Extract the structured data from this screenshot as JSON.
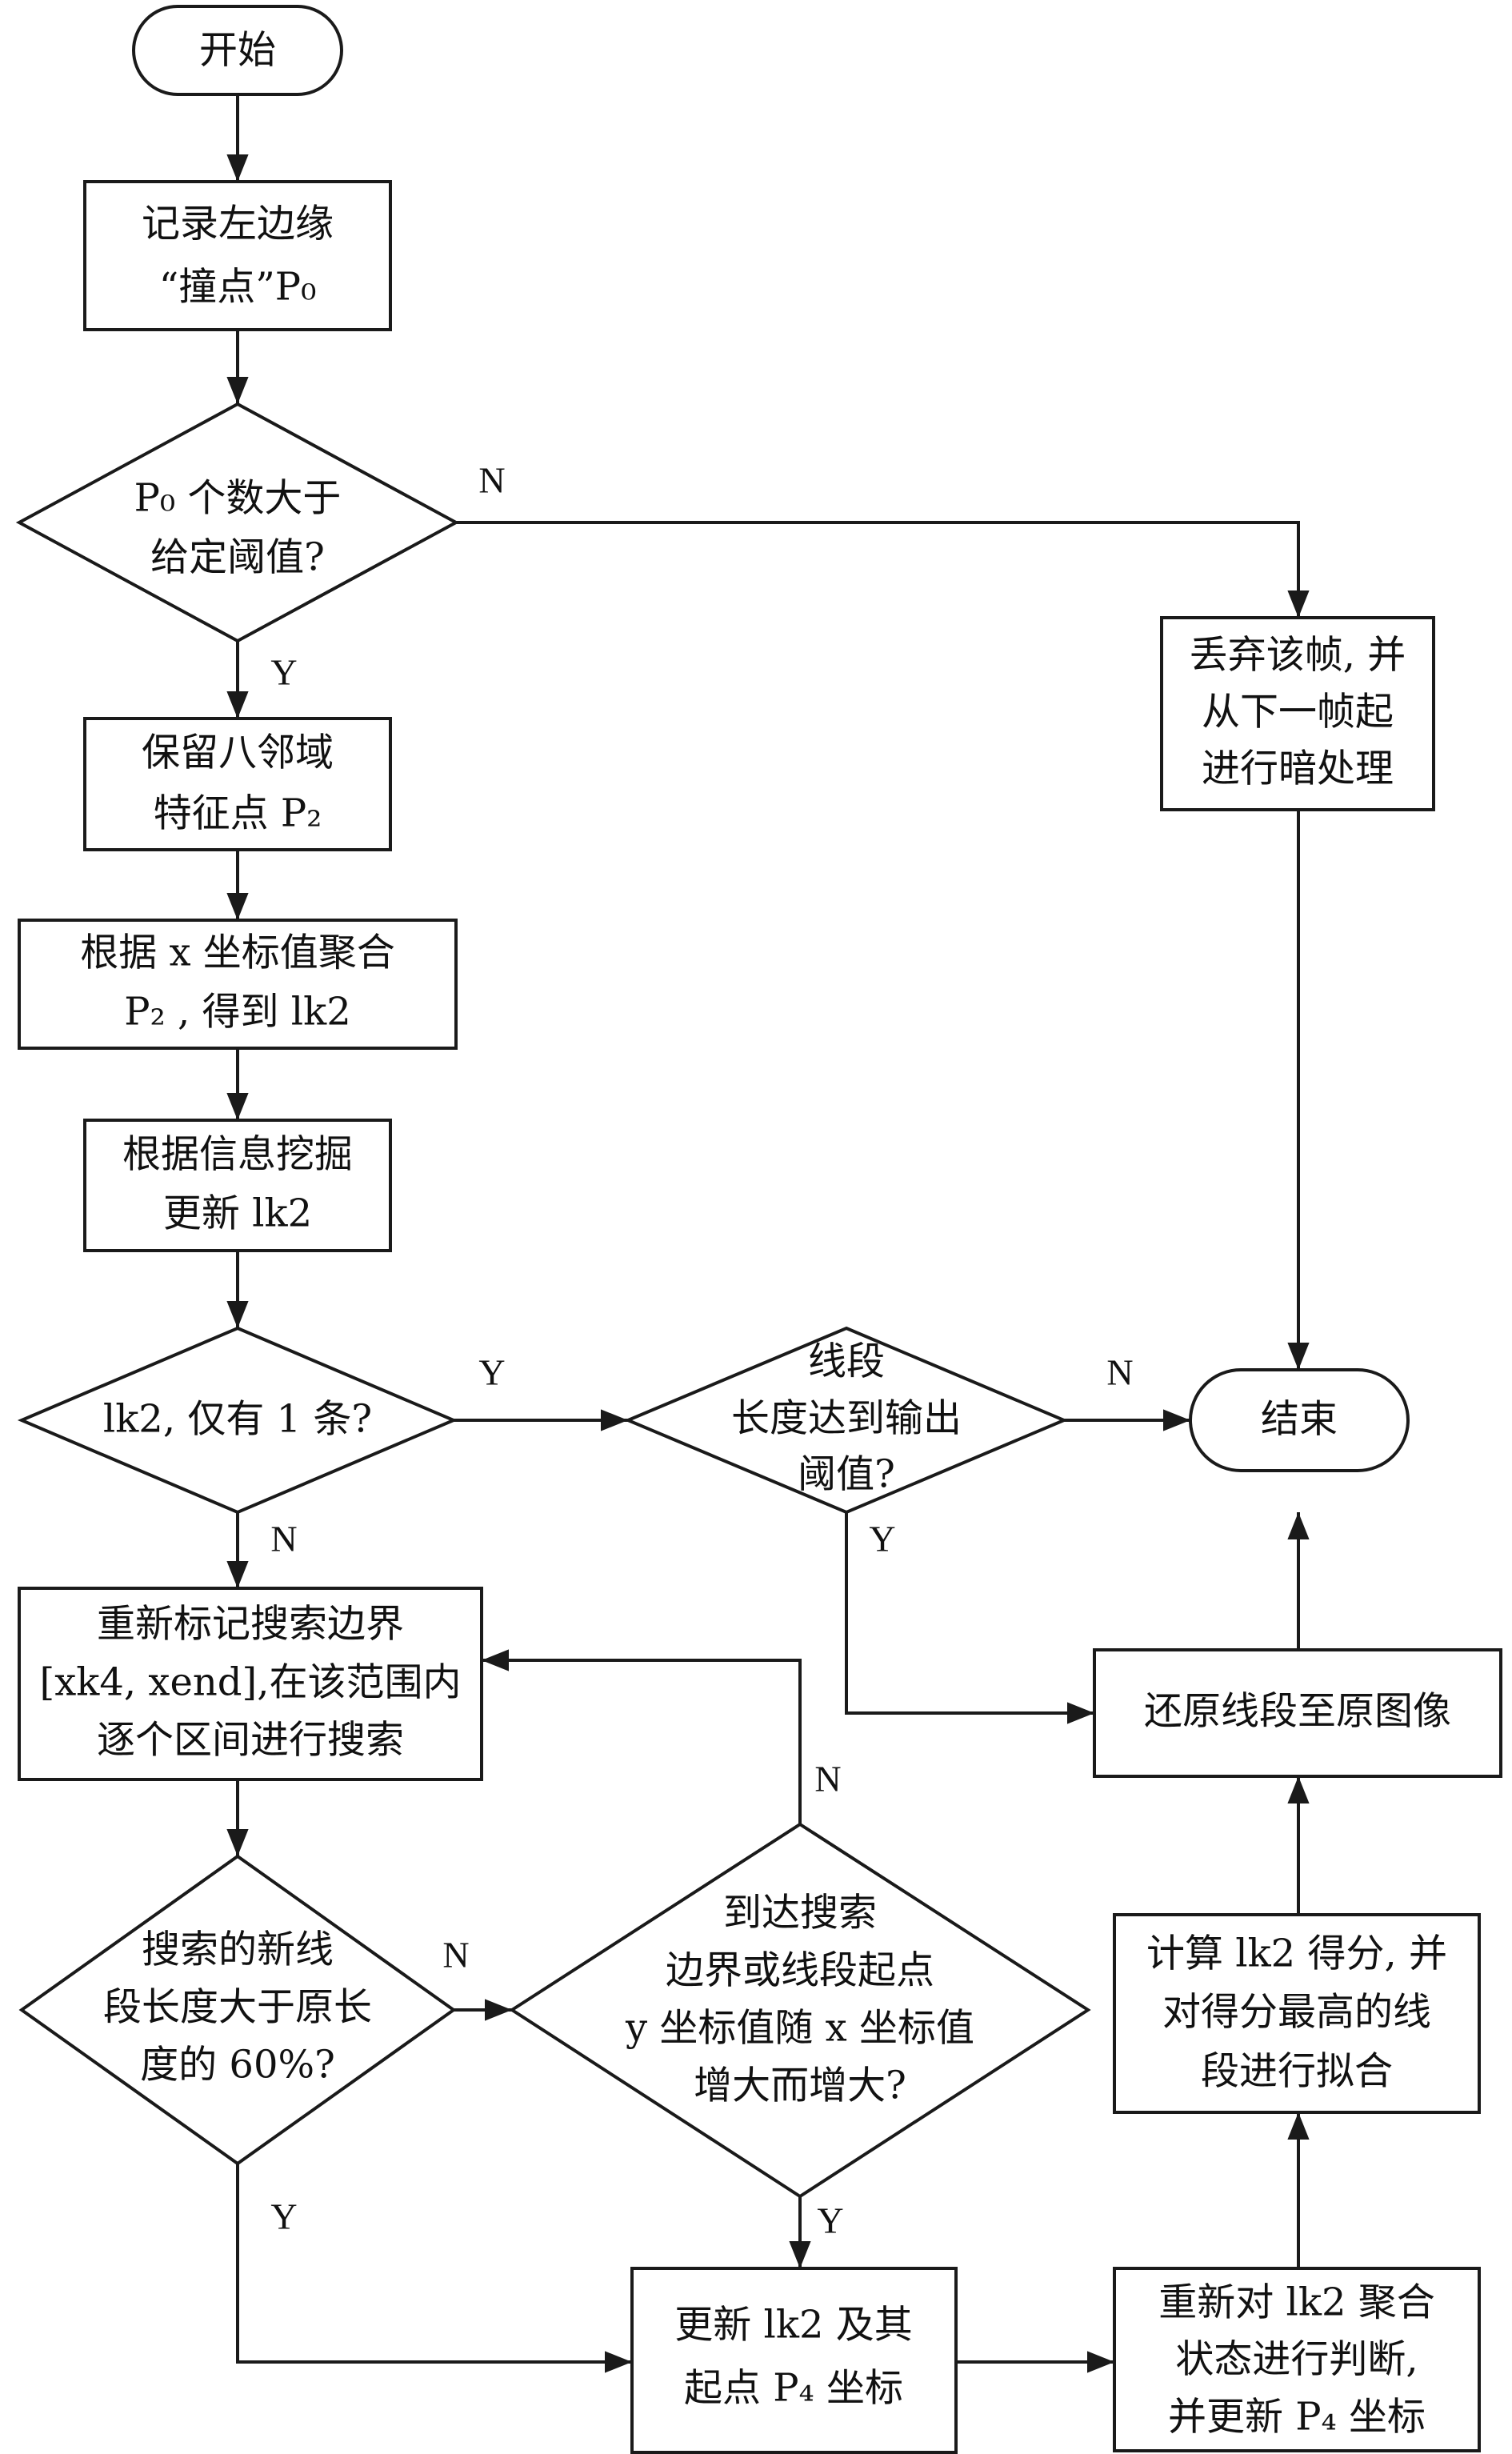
{
  "nodes": {
    "start": {
      "lines": [
        "开始"
      ]
    },
    "record_left_edge": {
      "lines": [
        "记录左边缘",
        "“撞点”P₀"
      ]
    },
    "check_p0_count": {
      "lines": [
        "P₀ 个数大于",
        "给定阈值?"
      ]
    },
    "discard_frame": {
      "lines": [
        "丢弃该帧, 并",
        "从下一帧起",
        "进行暗处理"
      ]
    },
    "keep_8_neighbor": {
      "lines": [
        "保留八邻域",
        "特征点 P₂"
      ]
    },
    "cluster_x": {
      "lines": [
        "根据 x 坐标值聚合",
        "P₂ , 得到 lk2"
      ]
    },
    "update_by_mining": {
      "lines": [
        "根据信息挖掘",
        "更新 lk2"
      ]
    },
    "only_one": {
      "lines": [
        "lk2, 仅有 1 条?"
      ]
    },
    "length_threshold": {
      "lines": [
        "线段",
        "长度达到输出",
        "阈值?"
      ]
    },
    "end": {
      "lines": [
        "结束"
      ]
    },
    "re_mark_bounds": {
      "lines": [
        "重新标记搜索边界",
        "[xk4, xend],在该范围内",
        "逐个区间进行搜索"
      ]
    },
    "restore_segment": {
      "lines": [
        "还原线段至原图像"
      ]
    },
    "new_length_check": {
      "lines": [
        "搜索的新线",
        "段长度大于原长",
        "度的 60%?"
      ]
    },
    "reach_bound_check": {
      "lines": [
        "到达搜索",
        "边界或线段起点",
        "y 坐标值随 x 坐标值",
        "增大而增大?"
      ]
    },
    "score_fit": {
      "lines": [
        "计算 lk2 得分, 并",
        "对得分最高的线",
        "段进行拟合"
      ]
    },
    "update_start": {
      "lines": [
        "更新 lk2 及其",
        "起点 P₄ 坐标"
      ]
    },
    "rejudge_state": {
      "lines": [
        "重新对 lk2 聚合",
        "状态进行判断,",
        "并更新 P₄ 坐标"
      ]
    }
  },
  "edge_labels": {
    "p0_no": "N",
    "p0_yes": "Y",
    "one_yes": "Y",
    "one_no": "N",
    "len_no": "N",
    "len_yes": "Y",
    "reach_no": "N",
    "reach_yes": "Y",
    "new_len_no": "N",
    "new_len_yes": "Y"
  }
}
